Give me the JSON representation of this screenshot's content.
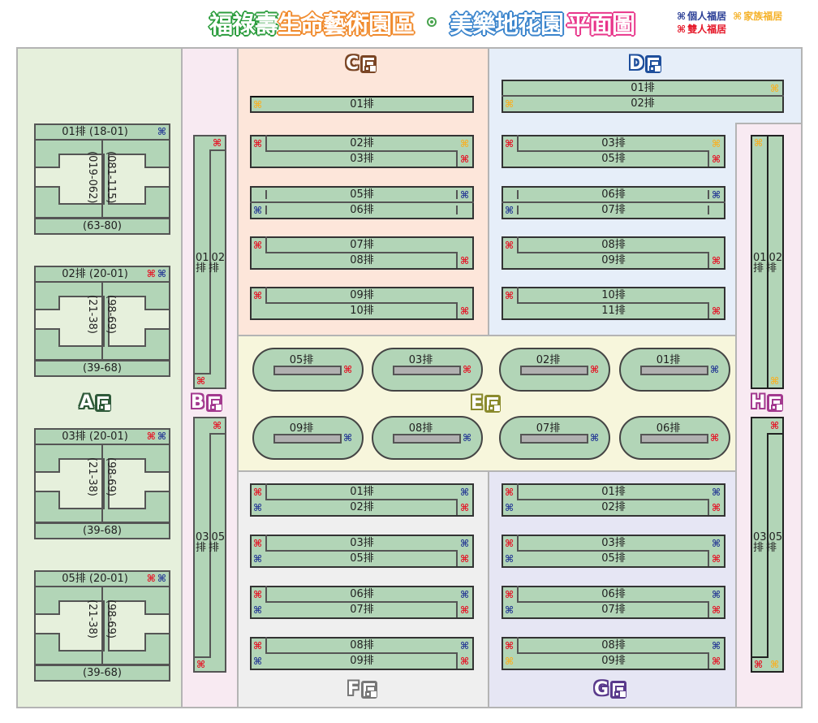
{
  "title": {
    "part1": "福祿壽",
    "part2": "生命藝術園區",
    "part3": "美樂地花園",
    "part4": "平面圖"
  },
  "legend": {
    "symbol": "⌘",
    "individual": "個人福居",
    "family": "家族福居",
    "couple": "雙人福居",
    "colors": {
      "individual": "#2b3f96",
      "family": "#f5b22a",
      "couple": "#e51728"
    }
  },
  "zones": {
    "A": {
      "letter": "A",
      "suffix": "區",
      "color": "#2f5a3a",
      "blocks": [
        {
          "top": "01排 (18-01)",
          "left": "(019-062)",
          "right": "(081-115)",
          "bottom": "(63-80)",
          "symbols": [
            "blue"
          ]
        },
        {
          "top": "02排 (20-01)",
          "left": "(21-38)",
          "right": "(98-69)",
          "bottom": "(39-68)",
          "symbols": [
            "red",
            "blue"
          ]
        },
        {
          "top": "03排 (20-01)",
          "left": "(21-38)",
          "right": "(98-69)",
          "bottom": "(39-68)",
          "symbols": [
            "red",
            "blue"
          ]
        },
        {
          "top": "05排 (20-01)",
          "left": "(21-38)",
          "right": "(98-69)",
          "bottom": "(39-68)",
          "symbols": [
            "red",
            "blue"
          ]
        }
      ]
    },
    "B": {
      "letter": "B",
      "suffix": "區",
      "color": "#a3398f",
      "upper": {
        "col1": "01",
        "col2": "02",
        "unit": "排"
      },
      "lower": {
        "col1": "03",
        "col2": "05",
        "unit": "排"
      }
    },
    "C": {
      "letter": "C",
      "suffix": "區",
      "color": "#7a4524",
      "rows": [
        "01排",
        "02排",
        "03排",
        "05排",
        "06排",
        "07排",
        "08排",
        "09排",
        "10排"
      ]
    },
    "D": {
      "letter": "D",
      "suffix": "區",
      "color": "#1f4f9c",
      "rows": [
        "01排",
        "02排",
        "03排",
        "05排",
        "06排",
        "07排",
        "08排",
        "09排",
        "10排",
        "11排"
      ]
    },
    "E": {
      "letter": "E",
      "suffix": "區",
      "color": "#8a8a2c",
      "pills": [
        {
          "label": "05排",
          "sym": "red"
        },
        {
          "label": "03排",
          "sym": "red"
        },
        {
          "label": "02排",
          "sym": "red"
        },
        {
          "label": "01排",
          "sym": "blue"
        },
        {
          "label": "09排",
          "sym": "blue"
        },
        {
          "label": "08排",
          "sym": "blue"
        },
        {
          "label": "07排",
          "sym": "blue"
        },
        {
          "label": "06排",
          "sym": "red"
        }
      ]
    },
    "F": {
      "letter": "F",
      "suffix": "區",
      "color": "#777777",
      "rows": [
        "01排",
        "02排",
        "03排",
        "05排",
        "06排",
        "07排",
        "08排",
        "09排"
      ]
    },
    "G": {
      "letter": "G",
      "suffix": "區",
      "color": "#5a3a8c",
      "rows": [
        "01排",
        "02排",
        "03排",
        "05排",
        "06排",
        "07排",
        "08排",
        "09排"
      ]
    },
    "H": {
      "letter": "H",
      "suffix": "區",
      "color": "#a3398f",
      "upper": {
        "col1": "01",
        "col2": "02",
        "unit": "排"
      },
      "lower": {
        "col1": "03",
        "col2": "05",
        "unit": "排"
      }
    }
  }
}
